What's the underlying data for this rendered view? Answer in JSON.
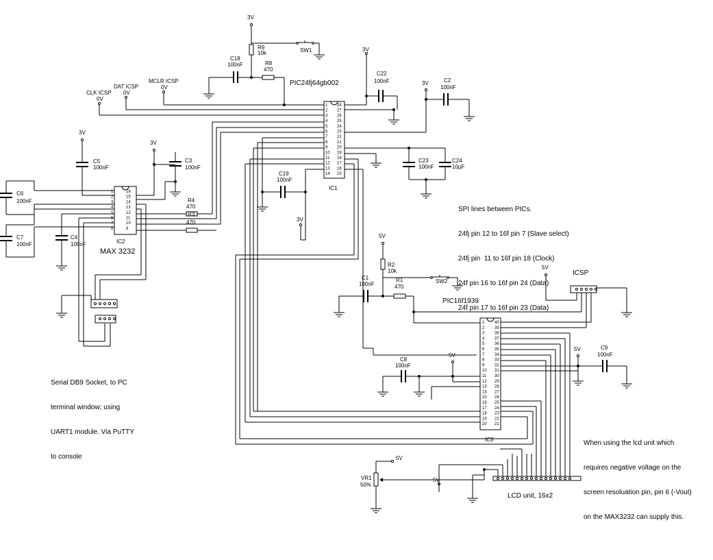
{
  "components": {
    "ic1": {
      "ref": "IC1",
      "part": "PIC24fj64gb002",
      "left_pins": [
        "1",
        "2",
        "3",
        "4",
        "5",
        "6",
        "7",
        "8",
        "9",
        "10",
        "11",
        "12",
        "13",
        "14"
      ],
      "right_pins": [
        "28",
        "27",
        "26",
        "25",
        "24",
        "23",
        "22",
        "21",
        "20",
        "19",
        "18",
        "17",
        "16",
        "15"
      ]
    },
    "ic2": {
      "ref": "IC2",
      "part": "MAX 3232",
      "left_pins": [
        "1",
        "2",
        "3",
        "4",
        "5",
        "6",
        "7",
        "8"
      ],
      "right_pins": [
        "16",
        "15",
        "14",
        "13",
        "12",
        "11",
        "10",
        "9"
      ]
    },
    "ic3": {
      "ref": "IC3",
      "part": "PIC16f1939",
      "left_pins": [
        "1",
        "2",
        "3",
        "4",
        "5",
        "6",
        "7",
        "8",
        "9",
        "10",
        "11",
        "12",
        "13",
        "14",
        "15",
        "16",
        "17",
        "18",
        "19",
        "20"
      ],
      "right_pins": [
        "40",
        "39",
        "38",
        "37",
        "36",
        "35",
        "34",
        "33",
        "32",
        "31",
        "30",
        "29",
        "28",
        "27",
        "26",
        "25",
        "24",
        "23",
        "22",
        "21"
      ]
    },
    "r9": {
      "ref": "R9",
      "value": "10k"
    },
    "r8": {
      "ref": "R8",
      "value": "470"
    },
    "r2": {
      "ref": "R2",
      "value": "10k"
    },
    "r1": {
      "ref": "R1",
      "value": "470"
    },
    "r4": {
      "ref": "R4",
      "value": "470"
    },
    "r3": {
      "ref": "R3",
      "value": "470"
    },
    "c18": {
      "ref": "C18",
      "value": "100nF"
    },
    "c22": {
      "ref": "C22",
      "value": "100nF"
    },
    "c2": {
      "ref": "C2",
      "value": "100nF"
    },
    "c5": {
      "ref": "C5",
      "value": "100nF"
    },
    "c3": {
      "ref": "C3",
      "value": "100nF"
    },
    "c6": {
      "ref": "C6",
      "value": "100nF"
    },
    "c7": {
      "ref": "C7",
      "value": "100nF"
    },
    "c4": {
      "ref": "C4",
      "value": "100nF"
    },
    "c19": {
      "ref": "C19",
      "value": "100nF"
    },
    "c23": {
      "ref": "C23",
      "value": "100nF"
    },
    "c24": {
      "ref": "C24",
      "value": "10µF"
    },
    "c1": {
      "ref": "C1",
      "value": "100nF"
    },
    "c8": {
      "ref": "C8",
      "value": "100nF"
    },
    "c9": {
      "ref": "C9",
      "value": "100nF"
    },
    "sw1": {
      "ref": "SW1"
    },
    "sw2": {
      "ref": "SW2"
    },
    "vr1": {
      "ref": "VR1",
      "value": "50%"
    },
    "icsp_header": {
      "label": "ICSP"
    },
    "lcd": {
      "label": "LCD unit, 16x2"
    }
  },
  "rails": {
    "v3": "3V",
    "v5": "5V",
    "v0": "0V"
  },
  "probes": {
    "clk": "CLK ICSP",
    "dat": "DAT ICSP",
    "mclr": "MCLR ICSP"
  },
  "notes": {
    "spi": [
      "SPI lines between PICs.",
      "24fj pin 12 to 16f pin 7 (Slave select)",
      "24fj pin  11 to 16f pin 18 (Clock)",
      "24f pin 16 to 16f pin 24 (Data)",
      "24f pin 17 to 16f pin 23 (Data)"
    ],
    "serial": [
      "Serial DB9 Socket, to PC",
      "terminal window; using",
      "UART1 module. Via PuTTY",
      "to console"
    ],
    "lcd": [
      "When using the lcd unit which",
      "requires negative voltage on the",
      "screen resoluation pin, pin 6 (-Vout)",
      "on the MAX3232 can supply this."
    ]
  }
}
